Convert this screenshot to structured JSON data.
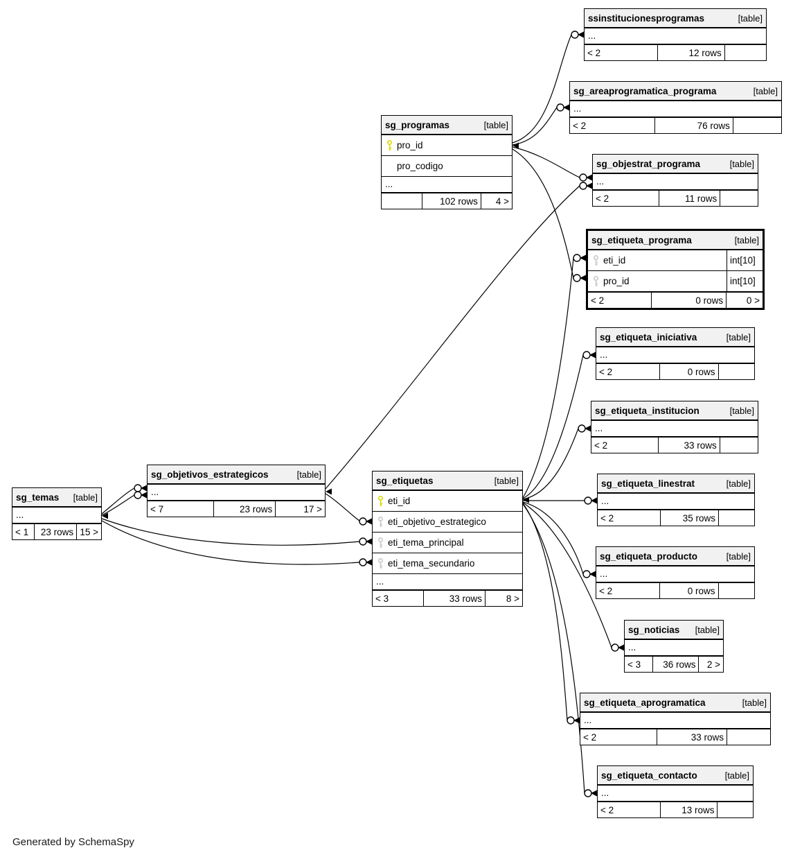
{
  "page": {
    "footer_note": "Generated by SchemaSpy"
  },
  "colors": {
    "primary_key": "#d9d900",
    "foreign_key": "#c9c9c9",
    "header_bg": "#f1f1f1",
    "border": "#000000"
  },
  "tables": [
    {
      "name": "ssinstitucionesprogramas",
      "tag": "[table]",
      "ellipsis": "...",
      "footer": {
        "left": "< 2",
        "center": "12 rows",
        "right": ""
      }
    },
    {
      "name": "sg_areaprogramatica_programa",
      "tag": "[table]",
      "ellipsis": "...",
      "footer": {
        "left": "< 2",
        "center": "76 rows",
        "right": ""
      }
    },
    {
      "name": "sg_programas",
      "tag": "[table]",
      "columns": [
        {
          "key": "primary",
          "label": "pro_id"
        },
        {
          "key": "none",
          "label": "pro_codigo"
        }
      ],
      "ellipsis": "...",
      "footer": {
        "left": "",
        "center": "102 rows",
        "right": "4 >"
      }
    },
    {
      "name": "sg_objestrat_programa",
      "tag": "[table]",
      "ellipsis": "...",
      "footer": {
        "left": "< 2",
        "center": "11 rows",
        "right": ""
      }
    },
    {
      "name": "sg_etiqueta_programa",
      "tag": "[table]",
      "highlighted": true,
      "columns": [
        {
          "key": "foreign",
          "label": "eti_id",
          "type": "int[10]"
        },
        {
          "key": "foreign",
          "label": "pro_id",
          "type": "int[10]"
        }
      ],
      "footer": {
        "left": "< 2",
        "center": "0 rows",
        "right": "0 >"
      }
    },
    {
      "name": "sg_etiqueta_iniciativa",
      "tag": "[table]",
      "ellipsis": "...",
      "footer": {
        "left": "< 2",
        "center": "0 rows",
        "right": ""
      }
    },
    {
      "name": "sg_etiqueta_institucion",
      "tag": "[table]",
      "ellipsis": "...",
      "footer": {
        "left": "< 2",
        "center": "33 rows",
        "right": ""
      }
    },
    {
      "name": "sg_etiqueta_linestrat",
      "tag": "[table]",
      "ellipsis": "...",
      "footer": {
        "left": "< 2",
        "center": "35 rows",
        "right": ""
      }
    },
    {
      "name": "sg_etiqueta_producto",
      "tag": "[table]",
      "ellipsis": "...",
      "footer": {
        "left": "< 2",
        "center": "0 rows",
        "right": ""
      }
    },
    {
      "name": "sg_noticias",
      "tag": "[table]",
      "ellipsis": "...",
      "footer": {
        "left": "< 3",
        "center": "36 rows",
        "right": "2 >"
      }
    },
    {
      "name": "sg_etiqueta_aprogramatica",
      "tag": "[table]",
      "ellipsis": "...",
      "footer": {
        "left": "< 2",
        "center": "33 rows",
        "right": ""
      }
    },
    {
      "name": "sg_etiqueta_contacto",
      "tag": "[table]",
      "ellipsis": "...",
      "footer": {
        "left": "< 2",
        "center": "13 rows",
        "right": ""
      }
    },
    {
      "name": "sg_etiquetas",
      "tag": "[table]",
      "columns": [
        {
          "key": "primary",
          "label": "eti_id"
        },
        {
          "key": "foreign",
          "label": "eti_objetivo_estrategico"
        },
        {
          "key": "foreign",
          "label": "eti_tema_principal"
        },
        {
          "key": "foreign",
          "label": "eti_tema_secundario"
        }
      ],
      "ellipsis": "...",
      "footer": {
        "left": "< 3",
        "center": "33 rows",
        "right": "8 >"
      }
    },
    {
      "name": "sg_objetivos_estrategicos",
      "tag": "[table]",
      "ellipsis": "...",
      "footer": {
        "left": "< 7",
        "center": "23 rows",
        "right": "17 >"
      }
    },
    {
      "name": "sg_temas",
      "tag": "[table]",
      "ellipsis": "...",
      "footer": {
        "left": "< 1",
        "center": "23 rows",
        "right": "15 >"
      }
    }
  ],
  "relationships": [
    {
      "from": "sg_programas.pro_id",
      "to": "ssinstitucionesprogramas"
    },
    {
      "from": "sg_programas.pro_id",
      "to": "sg_areaprogramatica_programa"
    },
    {
      "from": "sg_programas.pro_id",
      "to": "sg_objestrat_programa"
    },
    {
      "from": "sg_programas.pro_id",
      "to": "sg_etiqueta_programa.pro_id"
    },
    {
      "from": "sg_objetivos_estrategicos",
      "to": "sg_objestrat_programa"
    },
    {
      "from": "sg_objetivos_estrategicos",
      "to": "sg_etiquetas.eti_objetivo_estrategico"
    },
    {
      "from": "sg_temas",
      "to": "sg_objetivos_estrategicos"
    },
    {
      "from": "sg_temas",
      "to": "sg_objetivos_estrategicos"
    },
    {
      "from": "sg_temas",
      "to": "sg_etiquetas.eti_tema_principal"
    },
    {
      "from": "sg_temas",
      "to": "sg_etiquetas.eti_tema_secundario"
    },
    {
      "from": "sg_etiquetas.eti_id",
      "to": "sg_etiqueta_programa.eti_id"
    },
    {
      "from": "sg_etiquetas.eti_id",
      "to": "sg_etiqueta_iniciativa"
    },
    {
      "from": "sg_etiquetas.eti_id",
      "to": "sg_etiqueta_institucion"
    },
    {
      "from": "sg_etiquetas.eti_id",
      "to": "sg_etiqueta_linestrat"
    },
    {
      "from": "sg_etiquetas.eti_id",
      "to": "sg_etiqueta_producto"
    },
    {
      "from": "sg_etiquetas.eti_id",
      "to": "sg_noticias"
    },
    {
      "from": "sg_etiquetas.eti_id",
      "to": "sg_etiqueta_aprogramatica"
    },
    {
      "from": "sg_etiquetas.eti_id",
      "to": "sg_etiqueta_contacto"
    }
  ]
}
